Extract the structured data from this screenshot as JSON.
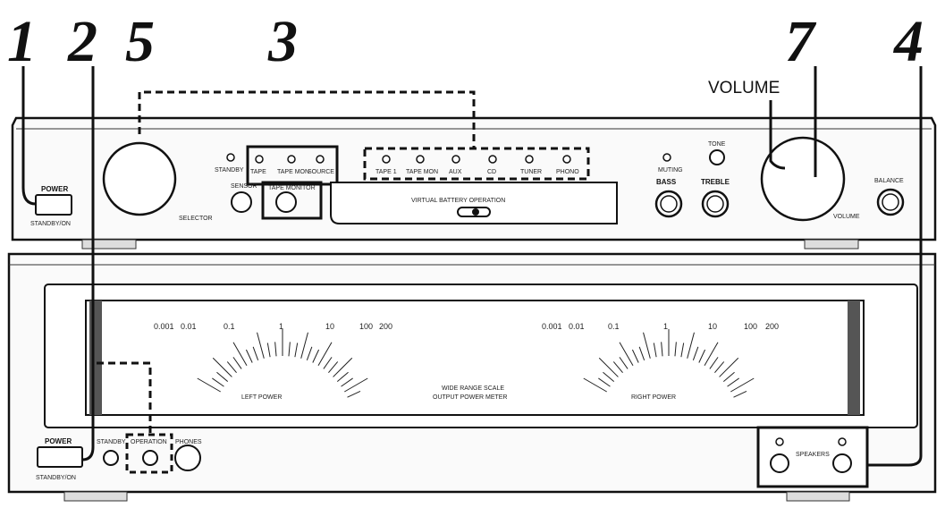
{
  "callouts": {
    "n1": "1",
    "n2": "2",
    "n5": "5",
    "n3": "3",
    "n7": "7",
    "n4": "4"
  },
  "top_unit": {
    "power_label": "POWER",
    "standby_on_label": "STANDBY/ON",
    "selector_label": "SELECTOR",
    "standby_indicator_label": "STANDBY",
    "tape_indicators": [
      "TAPE",
      "TAPE MON",
      "SOURCE"
    ],
    "sensor_label": "SENSOR",
    "tape_monitor_label": "TAPE MONITOR",
    "source_indicators": [
      "TAPE 1",
      "TAPE MON",
      "AUX",
      "CD",
      "TUNER",
      "PHONO"
    ],
    "virtual_battery_label": "VIRTUAL BATTERY OPERATION",
    "muting_label": "MUTING",
    "tone_label": "TONE",
    "bass_label": "BASS",
    "treble_label": "TREBLE",
    "volume_label": "VOLUME",
    "volume_title": "VOLUME",
    "balance_label": "BALANCE"
  },
  "bottom_unit": {
    "meter_left_scale": [
      "0.001",
      "0.01",
      "0.1",
      "1",
      "10",
      "100",
      "200"
    ],
    "meter_right_scale": [
      "0.001",
      "0.01",
      "0.1",
      "1",
      "10",
      "100",
      "200"
    ],
    "meter_left_caption": "LEFT POWER",
    "meter_right_caption": "RIGHT POWER",
    "meter_center_caption": "WIDE RANGE SCALE",
    "meter_center_sub": "OUTPUT POWER METER",
    "power_label": "POWER",
    "standby_on_label": "STANDBY/ON",
    "standby_label": "STANDBY",
    "operation_label": "OPERATION",
    "phones_label": "PHONES",
    "speakers_label": "SPEAKERS"
  }
}
